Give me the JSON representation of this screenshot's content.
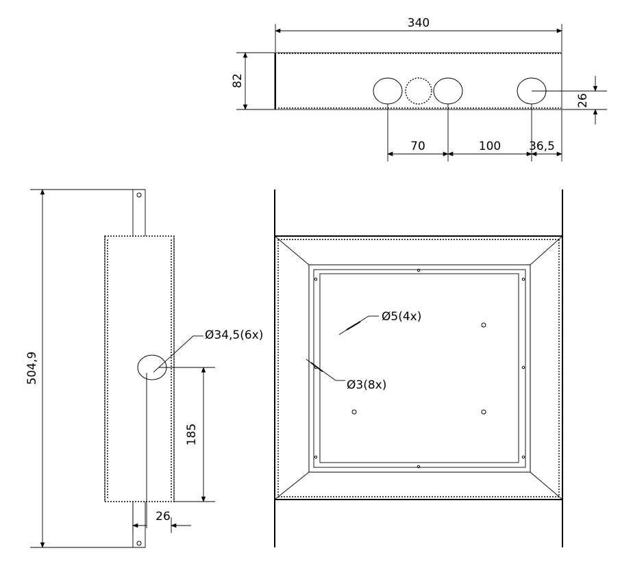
{
  "dimensions": {
    "top_width": "340",
    "top_height": "82",
    "top_hole_offset": "26",
    "spacing_1": "70",
    "spacing_2": "100",
    "spacing_3": "36,5",
    "side_height": "504,9",
    "side_hole_height": "185",
    "side_hole_offset": "26"
  },
  "callouts": {
    "large_hole": "Ø34,5(6x)",
    "mount_hole": "Ø5(4x)",
    "small_hole": "Ø3(8x)"
  }
}
